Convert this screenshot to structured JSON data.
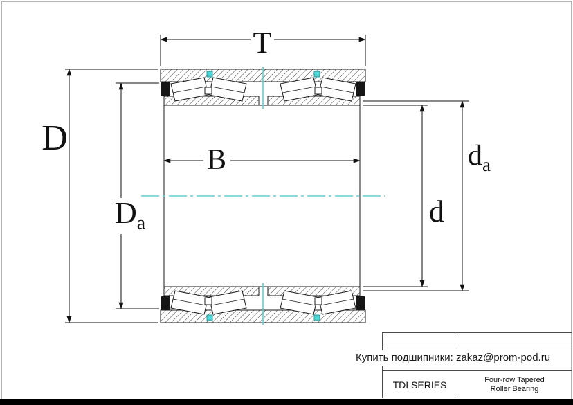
{
  "dimensions": {
    "T": "T",
    "D": "D",
    "Da": {
      "base": "D",
      "sub": "a"
    },
    "B": "B",
    "d": "d",
    "da": {
      "base": "d",
      "sub": "a"
    }
  },
  "title_block": {
    "series": "TDI SERIES",
    "type_line1": "Four-row Tapered",
    "type_line2": "Roller Bearing"
  },
  "page": {
    "footer_note": "Купить подшипники: zakaz@prom-pod.ru"
  },
  "colors": {
    "centerline": "#49d8d8",
    "line": "#1a1a1a"
  }
}
